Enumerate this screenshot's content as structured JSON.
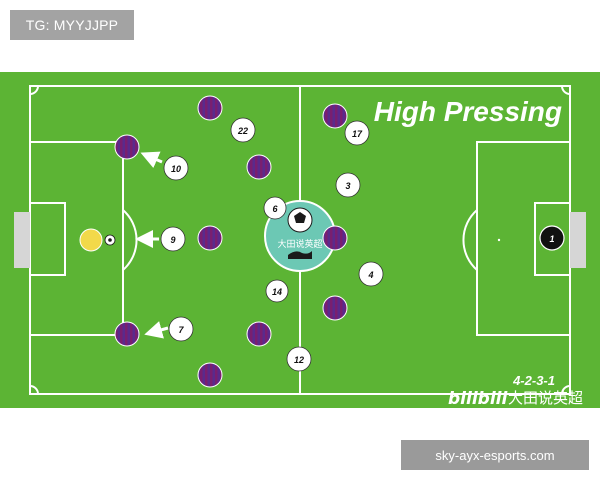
{
  "tag_label": "TG: MYYJJPP",
  "diagram_title": "High Pressing",
  "formation": "4-2-3-1",
  "watermark_brand": "bilibili",
  "watermark_channel": "大田说英超",
  "source_label": "sky-ayx-esports.com",
  "center_logo_text": "大田说英超",
  "colors": {
    "pitch_green": "#5cb434",
    "line_white": "#ffffff",
    "opponent_stripe_a": "#7a1f6f",
    "opponent_stripe_b": "#5a2a8c",
    "center_circle_fill": "#6cc8b4",
    "keeper_yellow": "#f2d94a"
  },
  "players": [
    {
      "number": "10"
    },
    {
      "number": "22"
    },
    {
      "number": "9"
    },
    {
      "number": "7"
    },
    {
      "number": "6"
    },
    {
      "number": "14"
    },
    {
      "number": "12"
    },
    {
      "number": "17"
    },
    {
      "number": "3"
    },
    {
      "number": "4"
    },
    {
      "number": "1"
    }
  ]
}
